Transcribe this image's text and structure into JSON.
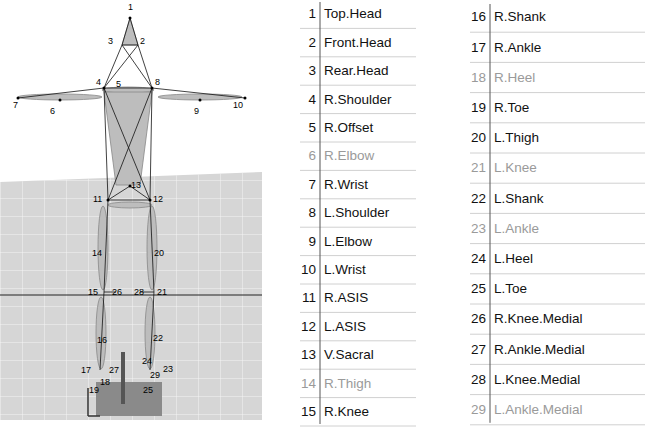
{
  "diagram": {
    "labels": [
      "1",
      "2",
      "3",
      "4",
      "5",
      "6",
      "7",
      "8",
      "9",
      "10",
      "11",
      "12",
      "13",
      "14",
      "15",
      "16",
      "17",
      "18",
      "19",
      "20",
      "21",
      "22",
      "23",
      "24",
      "25",
      "26",
      "27",
      "28",
      "29",
      "1",
      "Top.Head",
      "2",
      "Front.Head",
      "3",
      "Rear.Head",
      "4",
      "R.Shoulder",
      "5",
      "R.Offset",
      "6",
      "R.Elbow",
      "7",
      "R.Wrist",
      "8",
      "L.Shoulder",
      "9",
      "L.Elbow",
      "10",
      "L.Wrist",
      "11",
      "R.ASIS",
      "12",
      "L.ASIS",
      "13",
      "V.Sacral",
      "14",
      "R.Thigh",
      "15",
      "R.Knee",
      "16",
      "R.Shank",
      "17",
      "R.Ankle",
      "18",
      "R.Heel",
      "19",
      "R.Toe",
      "20",
      "L.Thigh",
      "21",
      "L.Knee",
      "22",
      "L.Shank",
      "23",
      "L.Ankle",
      "24",
      "L.Heel",
      "25",
      "L.Toe",
      "26",
      "R.Knee.Medial",
      "27",
      "R.Ankle.Medial",
      "28",
      "L.Knee.Medial",
      "29",
      "L.Ankle.Medial"
    ]
  }
}
